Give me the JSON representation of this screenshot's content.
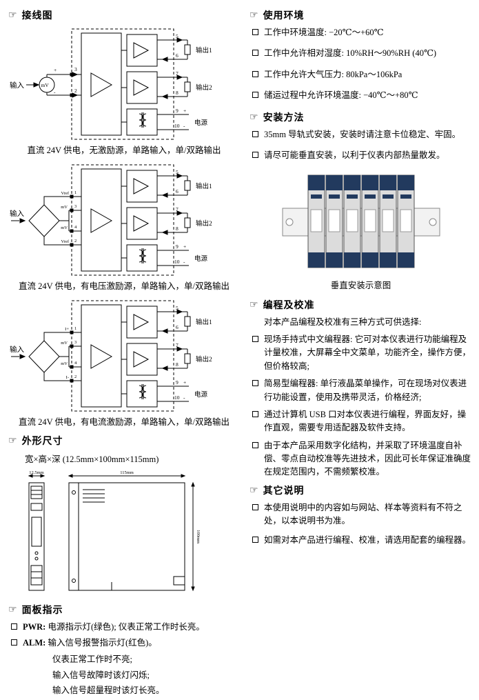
{
  "sections": {
    "wiring": {
      "icon": "☞",
      "title": "接线图",
      "captions": [
        "直流 24V 供电，无激励源，单路输入，单/双路输出",
        "直流 24V 供电，有电压激励源，单路输入，单/双路输出",
        "直流 24V 供电，有电流激励源，单路输入，单/双路输出"
      ],
      "labels": {
        "input": "输入",
        "output1": "输出1",
        "output2": "输出2",
        "power": "电源",
        "mv_source": "mV",
        "plus": "+",
        "minus": "-"
      },
      "right_terminals": [
        "5",
        "6",
        "7",
        "8",
        "9",
        "10"
      ],
      "d1_left_terminals": [
        "3",
        "2"
      ],
      "d2_left_terminals": [
        "1",
        "3",
        "4",
        "2"
      ],
      "d2_left_labels": [
        "Vref",
        "mV",
        "mV",
        "Vref"
      ],
      "d3_left_terminals": [
        "1",
        "3",
        "4",
        "2"
      ],
      "d3_left_labels": [
        "I+",
        "mV",
        "mV",
        "I-"
      ]
    },
    "dimensions": {
      "icon": "☞",
      "title": "外形尺寸",
      "spec": "宽×高×深  (12.5mm×100mm×115mm)",
      "labels": {
        "width": "12.5mm",
        "height": "100mm",
        "depth": "115mm"
      }
    },
    "panel": {
      "icon": "☞",
      "title": "面板指示",
      "items": [
        {
          "label": "PWR:",
          "text": "电源指示灯(绿色); 仪表正常工作时长亮。"
        },
        {
          "label": "ALM:",
          "text": "输入信号报警指示灯(红色)。"
        }
      ],
      "alm_sub": [
        "仪表正常工作时不亮;",
        "输入信号故障时该灯闪烁;",
        "输入信号超量程时该灯长亮。"
      ]
    },
    "environment": {
      "icon": "☞",
      "title": "使用环境",
      "items": [
        "工作中环境温度:  −20℃～+60℃",
        "工作中允许相对湿度:  10%RH～90%RH  (40℃)",
        "工作中允许大气压力:  80kPa～106kPa",
        "储运过程中允许环境温度:  −40℃～+80℃"
      ]
    },
    "installation": {
      "icon": "☞",
      "title": "安装方法",
      "items": [
        "35mm 导轨式安装，安装时请注意卡位稳定、牢固。",
        "请尽可能垂直安装，以利于仪表内部热量散发。"
      ],
      "figure_caption": "垂直安装示意图"
    },
    "programming": {
      "icon": "☞",
      "title": "编程及校准",
      "intro": "对本产品编程及校准有三种方式可供选择:",
      "items": [
        "现场手持式中文编程器: 它可对本仪表进行功能编程及计量校准，大屏幕全中文菜单，功能齐全，操作方便，但价格较高;",
        "简易型编程器: 单行液晶菜单操作，可在现场对仪表进行功能设置，使用及携带灵活，价格经济;",
        "通过计算机 USB 口对本仪表进行编程，界面友好，操作直观，需要专用适配器及软件支持。",
        "由于本产品采用数字化结构，并采取了环境温度自补偿、零点自动校准等先进技术，因此可长年保证准确度在规定范围内，不需频繁校准。"
      ]
    },
    "other": {
      "icon": "☞",
      "title": "其它说明",
      "items": [
        "本使用说明中的内容如与网站、样本等资料有不符之处，以本说明书为准。",
        "如需对本产品进行编程、校准，请选用配套的编程器。"
      ]
    }
  },
  "colors": {
    "module_dark": "#223a5e",
    "module_body": "#dcdcdc",
    "rail": "#f2f2f2"
  }
}
